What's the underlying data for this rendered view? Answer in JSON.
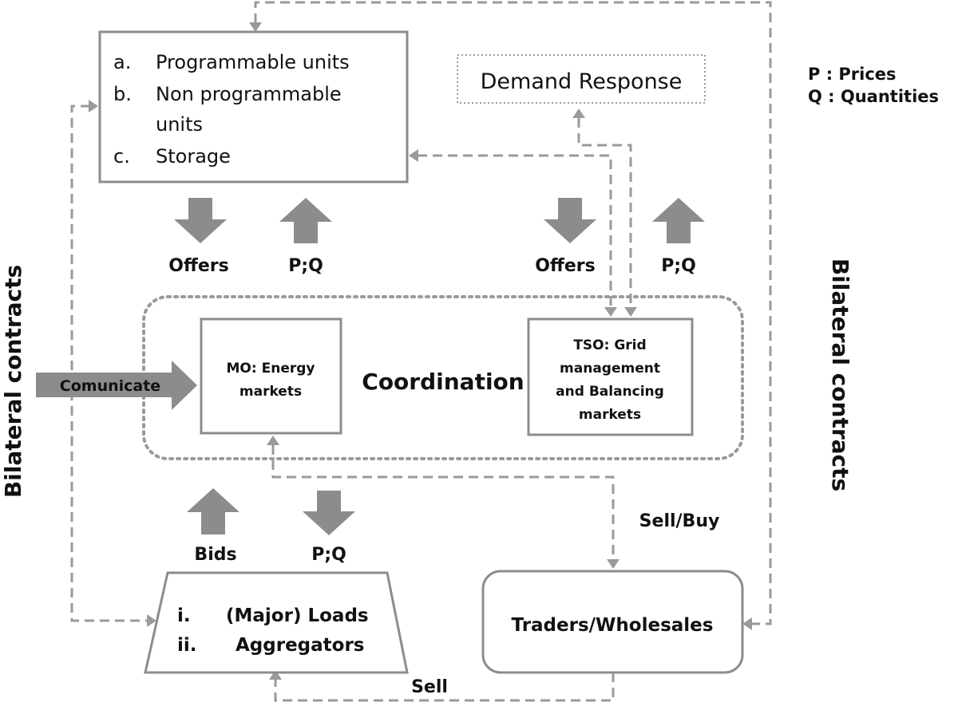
{
  "legend": {
    "p": "P : Prices",
    "q": "Q : Quantities"
  },
  "generators": {
    "items": [
      {
        "marker": "a.",
        "lines": [
          "Programmable units"
        ]
      },
      {
        "marker": "b.",
        "lines": [
          "Non programmable",
          "units"
        ]
      },
      {
        "marker": "c.",
        "lines": [
          "Storage"
        ]
      }
    ]
  },
  "demand_response": "Demand Response",
  "flows": {
    "offers_left": "Offers",
    "pq_left": "P;Q",
    "offers_right": "Offers",
    "pq_right": "P;Q",
    "bids": "Bids",
    "pq_bottom": "P;Q",
    "comunicate": "Comunicate",
    "sell_buy": "Sell/Buy",
    "sell": "Sell"
  },
  "coordination": {
    "label": "Coordination",
    "mo_lines": [
      "MO: Energy",
      "markets"
    ],
    "tso_lines": [
      "TSO: Grid",
      "management",
      "and Balancing",
      "markets"
    ]
  },
  "loads": {
    "items": [
      {
        "marker": "i.",
        "label": "(Major) Loads"
      },
      {
        "marker": "ii.",
        "label": "Aggregators"
      }
    ]
  },
  "traders": "Traders/Wholesales",
  "side_labels": {
    "left": "Bilateral contracts",
    "right": "Bilateral contracts"
  }
}
